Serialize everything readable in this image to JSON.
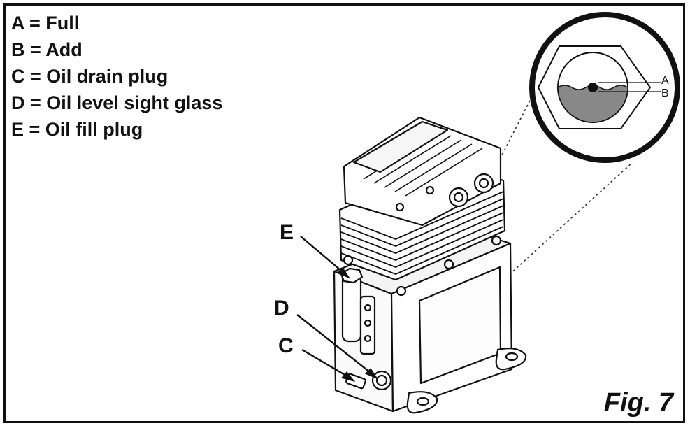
{
  "legend": [
    {
      "letter": "A",
      "text": "A = Full"
    },
    {
      "letter": "B",
      "text": "B = Add"
    },
    {
      "letter": "C",
      "text": "C = Oil drain plug"
    },
    {
      "letter": "D",
      "text": "D = Oil level sight glass"
    },
    {
      "letter": "E",
      "text": "E = Oil fill plug"
    }
  ],
  "callouts": {
    "e": "E",
    "d": "D",
    "c": "C"
  },
  "inset_labels": {
    "a": "A",
    "b": "B"
  },
  "caption": "Fig. 7"
}
